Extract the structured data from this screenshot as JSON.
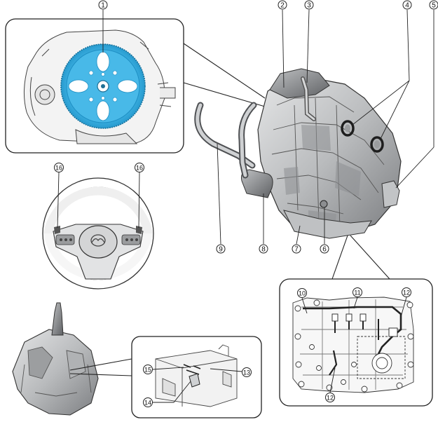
{
  "callouts": [
    {
      "id": "c1",
      "label": "1",
      "part": "flywheel"
    },
    {
      "id": "c2",
      "label": "2",
      "part": "transaxle-upper"
    },
    {
      "id": "c3",
      "label": "3",
      "part": "breather-hose"
    },
    {
      "id": "c4",
      "label": "4",
      "part": "oil-seal"
    },
    {
      "id": "c5",
      "label": "5",
      "part": "transaxle-end"
    },
    {
      "id": "c6",
      "label": "6",
      "part": "drain-plug"
    },
    {
      "id": "c7",
      "label": "7",
      "part": "oil-pan"
    },
    {
      "id": "c8",
      "label": "8",
      "part": "oil-cooler"
    },
    {
      "id": "c9",
      "label": "9",
      "part": "cooler-hose"
    },
    {
      "id": "c10",
      "label": "10",
      "part": "valve-body-left"
    },
    {
      "id": "c11",
      "label": "11",
      "part": "valve-body-wiring"
    },
    {
      "id": "c12a",
      "label": "12",
      "part": "valve-body-right"
    },
    {
      "id": "c12b",
      "label": "12",
      "part": "valve-body-bottom"
    },
    {
      "id": "c13",
      "label": "13",
      "part": "shift-switch-body"
    },
    {
      "id": "c14",
      "label": "14",
      "part": "shift-switch-knob"
    },
    {
      "id": "c15",
      "label": "15",
      "part": "shift-switch-bracket"
    },
    {
      "id": "c16a",
      "label": "16",
      "part": "paddle-shifter-left"
    },
    {
      "id": "c16b",
      "label": "16",
      "part": "paddle-shifter-right"
    }
  ],
  "colors": {
    "flywheel": "#3fb5e6",
    "flywheel_dark": "#1f8fc4",
    "metal_light": "#d9dadb",
    "metal_mid": "#a9abad",
    "metal_dark": "#6e7073",
    "line": "#222222",
    "seal": "#2a2a2a"
  }
}
